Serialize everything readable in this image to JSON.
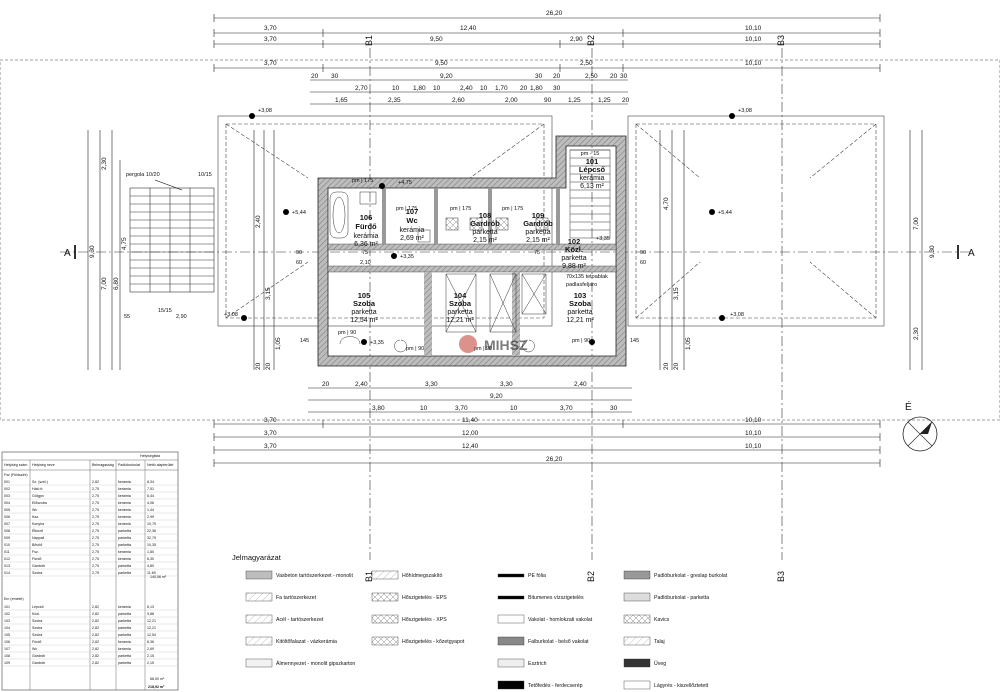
{
  "dimensions": {
    "top_row1_total": "26,20",
    "top_row2": [
      "3,70",
      "12,40",
      "10,10"
    ],
    "top_row3": [
      "3,70",
      "9,50",
      "2,90",
      "10,10"
    ],
    "top_row4": [
      "3,70",
      "9,50",
      "2,50",
      "10,10"
    ],
    "top_row5": [
      "20",
      "30",
      "9,20",
      "30",
      "20",
      "2,50",
      "20",
      "30"
    ],
    "top_row6": [
      "2,70",
      "10",
      "1,80",
      "10",
      "2,40",
      "10",
      "1,70",
      "20",
      "1,80",
      "30"
    ],
    "top_row7": [
      "1,65",
      "2,35",
      "2,60",
      "2,00",
      "90",
      "1,25",
      "1,25",
      "20"
    ],
    "bottom_row1": [
      "20",
      "2,40",
      "3,30",
      "3,30",
      "2,40"
    ],
    "bottom_row2": [
      "9,20"
    ],
    "bottom_row3": [
      "3,80",
      "10",
      "3,70",
      "10",
      "3,70",
      "30"
    ],
    "bottom_row4": [
      "3,70",
      "11,40",
      "10,10"
    ],
    "bottom_row5": [
      "3,70",
      "12,00",
      "10,10"
    ],
    "bottom_row6": [
      "3,70",
      "12,40",
      "10,10"
    ],
    "bottom_total": "26,20",
    "left_vertical": [
      "9,30",
      "7,00",
      "6,80",
      "4,75",
      "2,30",
      "2,40",
      "3,15",
      "1,05",
      "20",
      "20"
    ],
    "right_vertical": [
      "9,30",
      "7,00",
      "4,70",
      "3,15",
      "2,30",
      "1,05",
      "20",
      "20"
    ],
    "stair_label": "pm - 15",
    "heights": [
      "+3,08",
      "+3,08",
      "+3,08",
      "+3,08",
      "+4,75",
      "+5,44",
      "+5,44",
      "+3,35",
      "+3,35",
      "+3,35"
    ],
    "misc": [
      "pm | 175",
      "pm | 175",
      "pm | 175",
      "pm | 175",
      "pm | 90",
      "pm | 90",
      "pm | 90",
      "pm | 90",
      "145",
      "145",
      "90",
      "60",
      "90",
      "60",
      "75",
      "75",
      "2,10",
      "2,10",
      "2,10",
      "2,10",
      "2,10",
      "15/15",
      "15/15",
      "10/15",
      "55",
      "2,90"
    ]
  },
  "axes": {
    "b1": "B1",
    "b2": "B2",
    "b3": "B3",
    "a_left": "A",
    "a_right": "A",
    "north": "É"
  },
  "rooms": [
    {
      "id": "106",
      "name": "Fürdő",
      "floor": "kerámia",
      "area": "6,36 m²"
    },
    {
      "id": "107",
      "name": "Wc",
      "floor": "kerámia",
      "area": "2,69 m²"
    },
    {
      "id": "108",
      "name": "Gardrób",
      "floor": "parketta",
      "area": "2,15 m²"
    },
    {
      "id": "109",
      "name": "Gardrób",
      "floor": "parketta",
      "area": "2,15 m²"
    },
    {
      "id": "101",
      "name": "Lépcső",
      "floor": "kerámia",
      "area": "6,13 m²"
    },
    {
      "id": "102",
      "name": "Közl.",
      "floor": "parketta",
      "area": "9,88 m²"
    },
    {
      "id": "105",
      "name": "Szoba",
      "floor": "parketta",
      "area": "12,54 m²"
    },
    {
      "id": "104",
      "name": "Szoba",
      "floor": "parketta",
      "area": "12,21 m²"
    },
    {
      "id": "103",
      "name": "Szoba",
      "floor": "parketta",
      "area": "12,21 m²"
    }
  ],
  "annotations": {
    "pergola": "pergola 10/20",
    "window_note1": "70x135 tetoablak",
    "window_note2": "padlasfeljaro",
    "watermark": "MIHSZ"
  },
  "table": {
    "title": "Helyiséglista",
    "headers": [
      "Helyiség szám",
      "Helyiség neve",
      "Belmagasság",
      "Padlóburkolat",
      "Nettó alapterület"
    ],
    "section1": "Fsz (Földszint)",
    "rows1": [
      [
        "001",
        "Sz. (szél.)",
        "2,82",
        "kerámia",
        "8,34"
      ],
      [
        "002",
        "Háló fr.",
        "2,75",
        "kerámia",
        "7,51"
      ],
      [
        "003",
        "Gölgpn",
        "2,75",
        "kerámia",
        "6,44"
      ],
      [
        "004",
        "Előszoba",
        "2,75",
        "kerámia",
        "4,06"
      ],
      [
        "005",
        "Wc",
        "2,75",
        "kerámia",
        "1,44"
      ],
      [
        "006",
        "Kaz.",
        "2,75",
        "kerámia",
        "2,99"
      ],
      [
        "007",
        "Konyha",
        "2,75",
        "kerámia",
        "10,79"
      ],
      [
        "008",
        "Étkező",
        "2,75",
        "parketta",
        "22,36"
      ],
      [
        "009",
        "Nappali",
        "2,75",
        "parketta",
        "32,79"
      ],
      [
        "010",
        "Bővítő",
        "2,75",
        "parketta",
        "10,35"
      ],
      [
        "011",
        "Fsz.",
        "2,75",
        "kerámia",
        "1,80"
      ],
      [
        "012",
        "Fürdő",
        "2,75",
        "kerámia",
        "6,30"
      ],
      [
        "013",
        "Gardrób",
        "2,75",
        "parketta",
        "4,80"
      ],
      [
        "014",
        "Szoba",
        "2,75",
        "parketta",
        "11,69"
      ]
    ],
    "sum1": "140,56 m²",
    "section2": "Em (emelet)",
    "rows2": [
      [
        "101",
        "Lépcső",
        "2,82",
        "kerámia",
        "6,13"
      ],
      [
        "102",
        "Közl.",
        "2,82",
        "parketta",
        "9,88"
      ],
      [
        "103",
        "Szoba",
        "2,82",
        "parketta",
        "12,21"
      ],
      [
        "104",
        "Szoba",
        "2,82",
        "parketta",
        "12,21"
      ],
      [
        "105",
        "Szoba",
        "2,82",
        "parketta",
        "12,54"
      ],
      [
        "106",
        "Fürdő",
        "2,82",
        "kerámia",
        "6,36"
      ],
      [
        "107",
        "Wc",
        "2,82",
        "kerámia",
        "2,69"
      ],
      [
        "108",
        "Gardrób",
        "2,82",
        "parketta",
        "2,15"
      ],
      [
        "109",
        "Gardrób",
        "2,82",
        "parketta",
        "2,15"
      ]
    ],
    "sum2": "68,00 m²",
    "total": "218,92 m²"
  },
  "legend": {
    "title": "Jelmagyarázat",
    "items": [
      "Vasbeton tartószerkezet - monolit",
      "Hőhídmegszakító",
      "PE fólia",
      "Padlóburkolat - greslap burkolat",
      "Fa tartószerkezet",
      "Hőszigetelés - EPS",
      "Bitumenes vízszigetelés",
      "Padlóburkolat - parketta",
      "Acél - tartószerkezet",
      "Hőszigetelés - XPS",
      "Vakolat - homlokzati vakolat",
      "Kavics",
      "Kitöltőfalazat - vázkerámia",
      "Hőszigetelés - kőzetgyapot",
      "Falburkolat - belső vakolat",
      "Talaj",
      "Álmennyezet - monolit gipszkarton",
      "",
      "Esztrich",
      "Üveg",
      "",
      "",
      "Tetőfedés - ferdecserép",
      "Lágyrés - kiszellőztetett"
    ]
  }
}
